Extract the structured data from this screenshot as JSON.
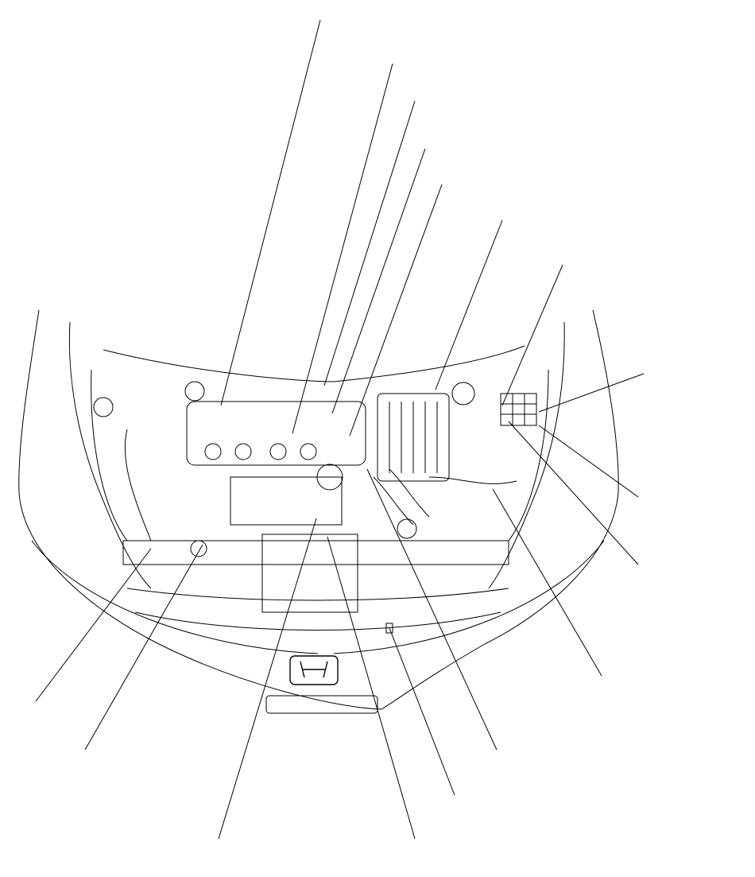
{
  "diagram": {
    "type": "engine-compartment-component-locator",
    "line_color": "#000000",
    "background": "#ffffff",
    "callout_count": 17,
    "logo": "H"
  }
}
